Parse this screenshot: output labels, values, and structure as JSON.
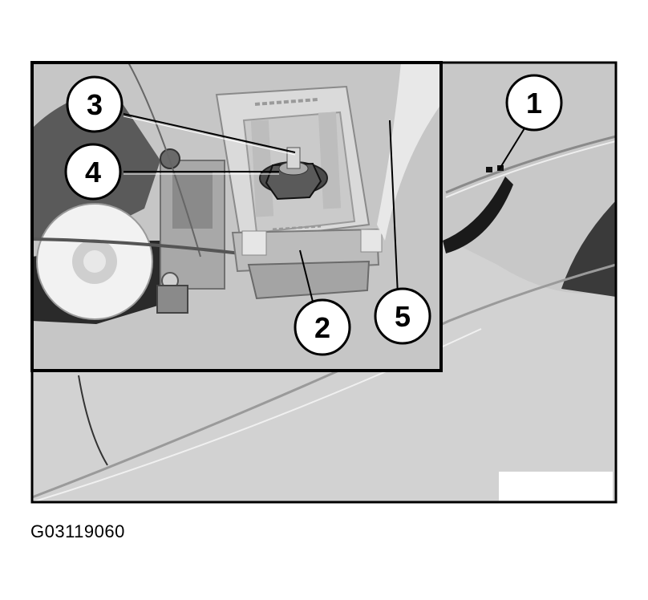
{
  "callouts": [
    {
      "id": "callout-1",
      "label": "1"
    },
    {
      "id": "callout-2",
      "label": "2"
    },
    {
      "id": "callout-3",
      "label": "3"
    },
    {
      "id": "callout-4",
      "label": "4"
    },
    {
      "id": "callout-5",
      "label": "5"
    }
  ],
  "figure_code": "G03119060",
  "colors": {
    "background_photo": "#d0d0d0",
    "inset_photo": "#c4c4c4",
    "frame": "#000000",
    "callout_fill": "#ffffff"
  }
}
